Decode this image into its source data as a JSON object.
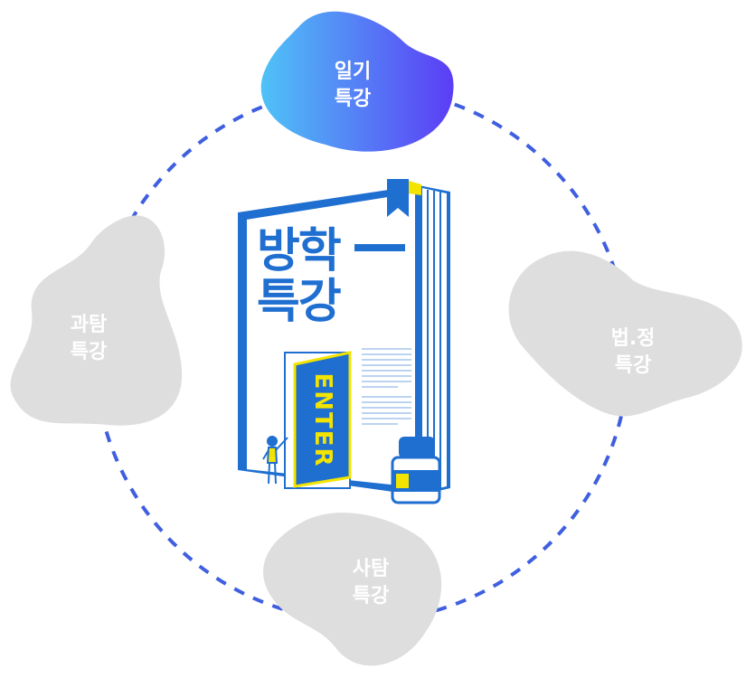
{
  "book": {
    "title_line1": "방학",
    "title_line2": "특강",
    "door_label": "ENTER"
  },
  "menu": {
    "top": {
      "line1": "일기",
      "line2": "특강",
      "active": true
    },
    "left": {
      "line1": "과탐",
      "line2": "특강",
      "active": false
    },
    "right": {
      "line1": "법.정",
      "line2": "특강",
      "active": false
    },
    "bottom": {
      "line1": "사탐",
      "line2": "특강",
      "active": false
    }
  },
  "colors": {
    "accent_start": "#4fc3f7",
    "accent_end": "#5b3df5",
    "inactive_blob": "#dedede",
    "dash_ring": "#3f5fe0",
    "book_blue": "#1f6fd1",
    "door_yellow": "#f3e400"
  },
  "icons": [
    "book-illustration-icon",
    "bookmark-icon",
    "ink-bottle-icon",
    "person-figure-icon"
  ]
}
